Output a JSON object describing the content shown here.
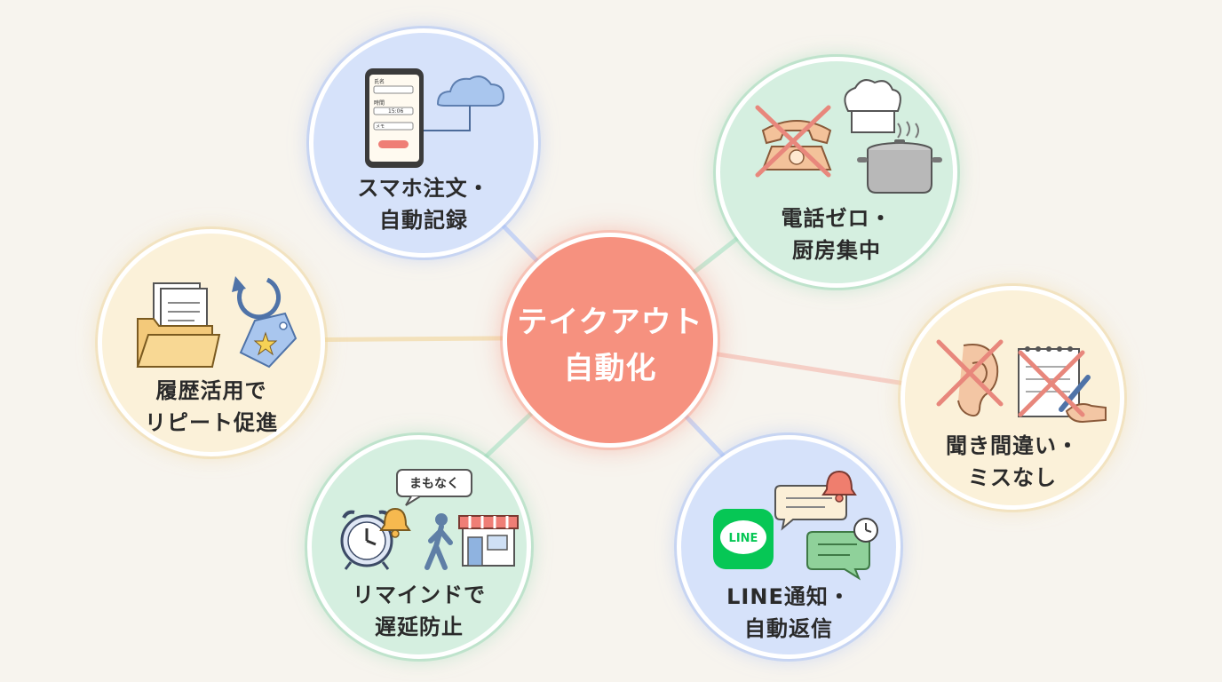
{
  "center": {
    "line1": "テイクアウト",
    "line2": "自動化"
  },
  "nodes": {
    "smartphone_order": {
      "line1": "スマホ注文・",
      "line2": "自動記録",
      "phone_screen": {
        "field1": "氏名",
        "field2": "時間",
        "time_value": "15:06",
        "field3": "メモ"
      }
    },
    "zero_calls": {
      "line1": "電話ゼロ・",
      "line2": "厨房集中"
    },
    "no_mistakes": {
      "line1": "聞き間違い・",
      "line2": "ミスなし"
    },
    "line_notify": {
      "line1": "LINE通知・",
      "line2": "自動返信",
      "line_logo": "LINE"
    },
    "reminder": {
      "line1": "リマインドで",
      "line2": "遅延防止",
      "bubble": "まもなく"
    },
    "repeat": {
      "line1": "履歴活用で",
      "line2": "リピート促進"
    }
  },
  "colors": {
    "center": "#f6917f",
    "blue": "#d6e2fa",
    "green": "#d5efe0",
    "cream": "#fbf1d9",
    "cross": "#e8877c",
    "line_green": "#06c755"
  }
}
